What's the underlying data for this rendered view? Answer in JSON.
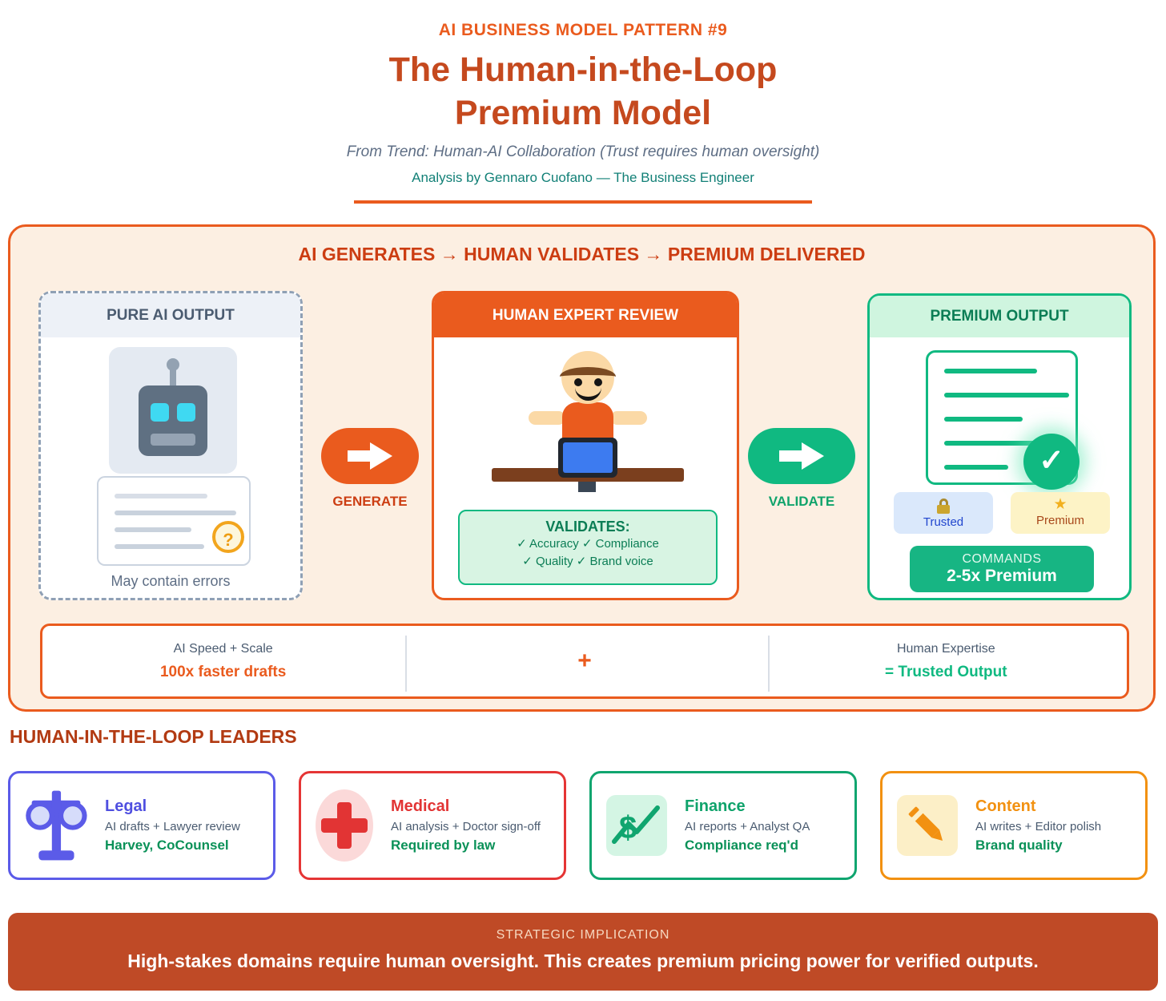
{
  "header": {
    "eyebrow": "AI BUSINESS MODEL PATTERN #9",
    "title_line1": "The Human-in-the-Loop",
    "title_line2": "Premium Model",
    "subtitle": "From Trend: Human-AI Collaboration (Trust requires human oversight)",
    "byline": "Analysis by Gennaro Cuofano — The Business Engineer"
  },
  "flow": {
    "title": "AI GENERATES → HUMAN VALIDATES → PREMIUM DELIVERED",
    "pure_ai": {
      "title": "PURE AI OUTPUT",
      "question_mark": "?",
      "caption": "May contain errors"
    },
    "generate_label": "GENERATE",
    "validate_label": "VALIDATE",
    "human_review": {
      "title": "HUMAN EXPERT REVIEW",
      "validates_title": "VALIDATES:",
      "validates_line1": "✓ Accuracy ✓ Compliance",
      "validates_line2": "✓ Quality ✓ Brand voice"
    },
    "premium_output": {
      "title": "PREMIUM OUTPUT",
      "check_glyph": "✓",
      "badge_trusted": "Trusted",
      "star_glyph": "★",
      "badge_premium": "Premium",
      "commands_line1": "COMMANDS",
      "commands_line2": "2-5x Premium"
    },
    "equation": {
      "col1_top": "AI Speed + Scale",
      "col1_bottom": "100x faster drafts",
      "plus": "+",
      "col3_top": "Human Expertise",
      "col3_bottom": "= Trusted Output"
    }
  },
  "leaders": {
    "title": "HUMAN-IN-THE-LOOP LEADERS",
    "cards": [
      {
        "name": "Legal",
        "subtitle": "AI drafts + Lawyer review",
        "highlight": "Harvey, CoCounsel",
        "icon": "scales-of-justice-icon",
        "accent": "#5B5BE8"
      },
      {
        "name": "Medical",
        "subtitle": "AI analysis + Doctor sign-off",
        "highlight": "Required by law",
        "icon": "medical-cross-icon",
        "accent": "#E53535"
      },
      {
        "name": "Finance",
        "subtitle": "AI reports + Analyst QA",
        "highlight": "Compliance req'd",
        "icon": "finance-chart-icon",
        "accent": "#10A56F"
      },
      {
        "name": "Content",
        "subtitle": "AI writes + Editor polish",
        "highlight": "Brand quality",
        "icon": "pencil-icon",
        "accent": "#F29111"
      }
    ]
  },
  "implication": {
    "label": "STRATEGIC IMPLICATION",
    "text": "High-stakes domains require human oversight. This creates premium pricing power for verified outputs."
  },
  "colors": {
    "accent_orange": "#EA5B1E",
    "accent_deep_orange_text": "#C5491E",
    "accent_green": "#10B981",
    "accent_dark_green_text": "#0B7D55",
    "banner_rust": "#BF4A26",
    "panel_background": "#FCEFE2",
    "slate_text": "#4A5B70",
    "teal_byline": "#128077"
  }
}
